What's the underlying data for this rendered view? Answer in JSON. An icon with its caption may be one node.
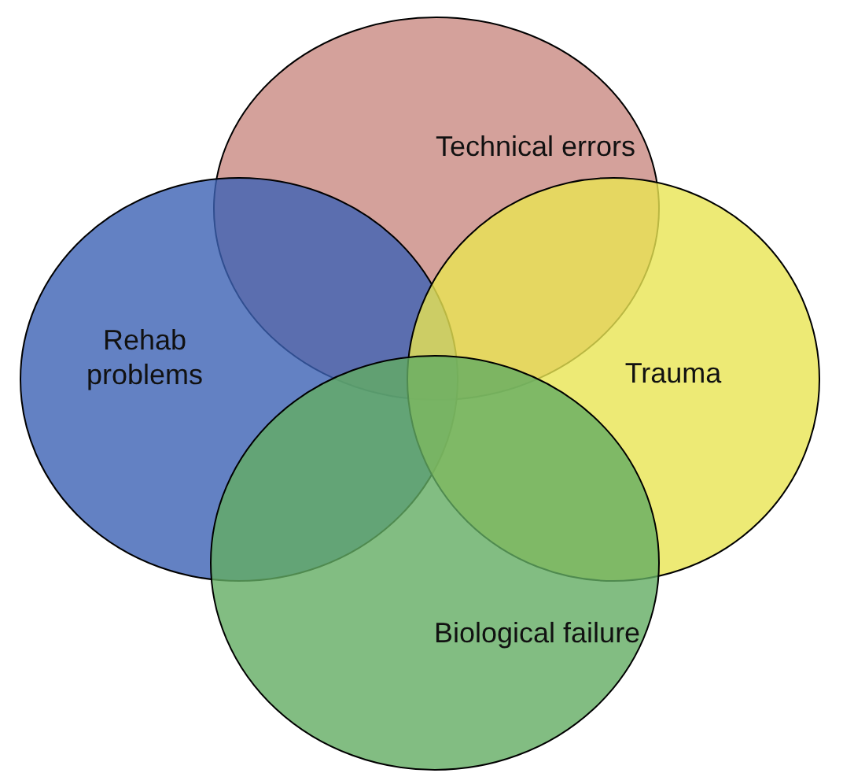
{
  "diagram": {
    "nodes": [
      {
        "text": [
          "Technical errors"
        ]
      },
      {
        "text": [
          "Rehab problems"
        ]
      },
      {
        "text": [
          "Trauma"
        ]
      },
      {
        "text": [
          "Biological failure"
        ]
      }
    ]
  }
}
